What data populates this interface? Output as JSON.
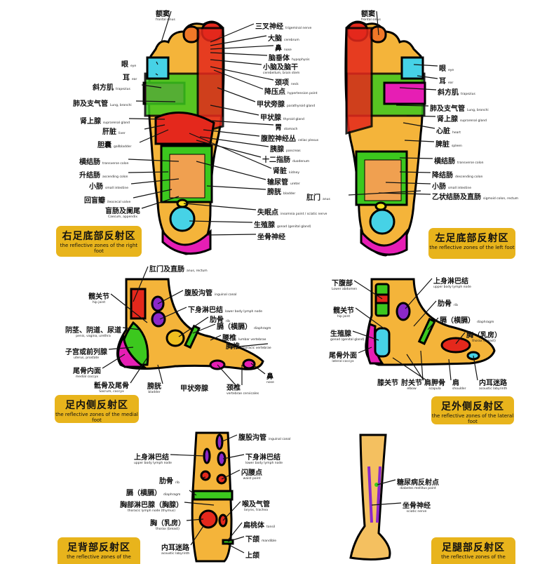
{
  "panels": {
    "sole_right": {
      "title_zh": "右足底部反射区",
      "title_en": "the reflective zones of the right foot"
    },
    "sole_left": {
      "title_zh": "左足底部反射区",
      "title_en": "the reflective zones of the left foot"
    },
    "medial": {
      "title_zh": "足内侧反射区",
      "title_en": "the reflective zones of the medial foot"
    },
    "lateral": {
      "title_zh": "足外侧反射区",
      "title_en": "the reflective zones of the lateral foot"
    },
    "dorsal": {
      "title_zh": "足背部反射区",
      "title_en": "the reflective zones of the"
    },
    "leg": {
      "title_zh": "足腿部反射区",
      "title_en": "the reflective zones of the"
    }
  },
  "labels": {
    "sole_right_side": [
      {
        "zh": "额窦",
        "en": "frontal sinus"
      },
      {
        "zh": "眼",
        "en": "eye"
      },
      {
        "zh": "耳",
        "en": "ear"
      },
      {
        "zh": "斜方肌",
        "en": "trapezius"
      },
      {
        "zh": "肺及支气管",
        "en": "Lung, bronchi"
      },
      {
        "zh": "肾上腺",
        "en": "suprarenal gland"
      },
      {
        "zh": "肝脏",
        "en": "liver"
      },
      {
        "zh": "胆囊",
        "en": "gallbladder"
      },
      {
        "zh": "横结肠",
        "en": "transverse colon"
      },
      {
        "zh": "升结肠",
        "en": "ascending colon"
      },
      {
        "zh": "小肠",
        "en": "small intestine"
      },
      {
        "zh": "回盲瓣",
        "en": "ileocecal valve"
      },
      {
        "zh": "盲肠及阑尾",
        "en": "Caecum, appendix"
      }
    ],
    "sole_center": [
      {
        "zh": "三叉神经",
        "en": "trigeminal nerve"
      },
      {
        "zh": "大脑",
        "en": "cerebrum"
      },
      {
        "zh": "鼻",
        "en": "nose"
      },
      {
        "zh": "脑垂体",
        "en": "hypophysis"
      },
      {
        "zh": "小脑及脑干",
        "en": "cerebellum, brain stem"
      },
      {
        "zh": "颈项",
        "en": "neck"
      },
      {
        "zh": "降压点",
        "en": "hypertension point"
      },
      {
        "zh": "甲状旁腺",
        "en": "parathyroid gland"
      },
      {
        "zh": "甲状腺",
        "en": "thyroid gland"
      },
      {
        "zh": "胃",
        "en": "stomach"
      },
      {
        "zh": "腹腔神经丛",
        "en": "celiac plexus"
      },
      {
        "zh": "胰腺",
        "en": "pancreas"
      },
      {
        "zh": "十二指肠",
        "en": "duodenum"
      },
      {
        "zh": "肾脏",
        "en": "kidney"
      },
      {
        "zh": "输尿管",
        "en": "ureter"
      },
      {
        "zh": "膀胱",
        "en": "bladder"
      },
      {
        "zh": "肛门",
        "en": "anus"
      },
      {
        "zh": "失眠点",
        "en": "insomnia point / sciatic nerve"
      },
      {
        "zh": "生殖腺",
        "en": "gonad (genital gland)"
      },
      {
        "zh": "坐骨神经",
        "en": ""
      }
    ],
    "sole_left_side": [
      {
        "zh": "额窦",
        "en": "frontal sinus"
      },
      {
        "zh": "眼",
        "en": "eye"
      },
      {
        "zh": "耳",
        "en": "ear"
      },
      {
        "zh": "斜方肌",
        "en": "trapezius"
      },
      {
        "zh": "肺及支气管",
        "en": "Lung, bronchi"
      },
      {
        "zh": "肾上腺",
        "en": "suprarenal gland"
      },
      {
        "zh": "心脏",
        "en": "heart"
      },
      {
        "zh": "脾脏",
        "en": "spleen"
      },
      {
        "zh": "横结肠",
        "en": "transverse colon"
      },
      {
        "zh": "降结肠",
        "en": "descending colon"
      },
      {
        "zh": "小肠",
        "en": "small intestine"
      },
      {
        "zh": "乙状结肠及直肠",
        "en": "sigmoid colon, rectum"
      }
    ],
    "medial": [
      {
        "zh": "肛门及直肠",
        "en": "anus, rectum"
      },
      {
        "zh": "髋关节",
        "en": "hip joint"
      },
      {
        "zh": "腹股沟管",
        "en": "inguinal canal"
      },
      {
        "zh": "下身淋巴结",
        "en": "lower body lymph node"
      },
      {
        "zh": "肋骨",
        "en": "rib"
      },
      {
        "zh": "膈（横膈）",
        "en": "diaphragm"
      },
      {
        "zh": "腰椎",
        "en": "lumbar vertebrae"
      },
      {
        "zh": "胸椎",
        "en": "thoracic vertebrae"
      },
      {
        "zh": "阴茎、阴道、尿道",
        "en": "penis, vagina, urethra"
      },
      {
        "zh": "子宫或前列腺",
        "en": "uterus, prostate"
      },
      {
        "zh": "尾骨内面",
        "en": "medial coccyx"
      },
      {
        "zh": "骶骨及尾骨",
        "en": "Sacrum, coccyx"
      },
      {
        "zh": "膀胱",
        "en": "bladder"
      },
      {
        "zh": "甲状旁腺",
        "en": ""
      },
      {
        "zh": "颈椎",
        "en": "vertebrae cervicales"
      },
      {
        "zh": "鼻",
        "en": "nose"
      }
    ],
    "lateral": [
      {
        "zh": "下腹部",
        "en": "Lower abdomen"
      },
      {
        "zh": "上身淋巴结",
        "en": "upper body lymph node"
      },
      {
        "zh": "肋骨",
        "en": "rib"
      },
      {
        "zh": "膈（横膈）",
        "en": "diaphragm"
      },
      {
        "zh": "髋关节",
        "en": "hip joint"
      },
      {
        "zh": "生殖腺",
        "en": "gonad (genital gland)"
      },
      {
        "zh": "胸（乳房）",
        "en": "thorax (breast)"
      },
      {
        "zh": "尾骨外面",
        "en": "lateral coccyx"
      },
      {
        "zh": "膝关节",
        "en": ""
      },
      {
        "zh": "肘关节",
        "en": "elbow"
      },
      {
        "zh": "肩胛骨",
        "en": "scapula"
      },
      {
        "zh": "肩",
        "en": "shoulder"
      },
      {
        "zh": "内耳迷路",
        "en": "acoustic labyrinth"
      }
    ],
    "dorsal": [
      {
        "zh": "腹股沟管",
        "en": "inguinal canal"
      },
      {
        "zh": "上身淋巴结",
        "en": "upper body lymph node"
      },
      {
        "zh": "下身淋巴结",
        "en": "lower body lymph node"
      },
      {
        "zh": "闪腰点",
        "en": "waist point"
      },
      {
        "zh": "肋骨",
        "en": "rib"
      },
      {
        "zh": "膈（横膈）",
        "en": "diaphragm"
      },
      {
        "zh": "胸部淋巴腺（胸腺）",
        "en": "thoracic lymph node (thymus)"
      },
      {
        "zh": "喉及气管",
        "en": "larynx, trachea"
      },
      {
        "zh": "胸（乳房）",
        "en": "thorax (breast)"
      },
      {
        "zh": "扁桃体",
        "en": "tonsil"
      },
      {
        "zh": "下颌",
        "en": "mandible"
      },
      {
        "zh": "内耳迷路",
        "en": "acoustic labyrinth"
      },
      {
        "zh": "上颌",
        "en": ""
      }
    ],
    "leg": [
      {
        "zh": "糖尿病反射点",
        "en": "diabetes mellitus point"
      },
      {
        "zh": "坐骨神经",
        "en": "sciatic nerve"
      }
    ]
  },
  "colors": {
    "skin": "#f4b43a",
    "green": "#3cc81e",
    "magenta": "#e61eb4",
    "red": "#e4281c",
    "cyan": "#46d2e6",
    "purple": "#8c28c8",
    "title_box": "#e8b41c"
  }
}
